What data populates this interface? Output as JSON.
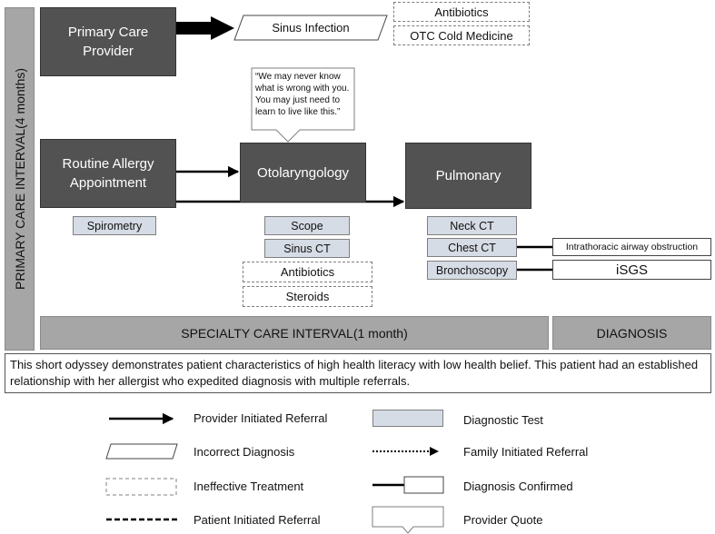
{
  "intervals": {
    "primary_care": "PRIMARY CARE INTERVAL(4 months)",
    "specialty_care": "SPECIALTY CARE INTERVAL(1 month)",
    "diagnosis": "DIAGNOSIS"
  },
  "providers": {
    "primary_care_provider": "Primary Care Provider",
    "routine_allergy": "Routine Allergy Appointment",
    "otolaryngology": "Otolaryngology",
    "pulmonary": "Pulmonary"
  },
  "incorrect_diagnosis": "Sinus Infection",
  "ineffective_treatments": {
    "antibiotics_top": "Antibiotics",
    "otc_cold": "OTC Cold Medicine",
    "antibiotics_ent": "Antibiotics",
    "steroids": "Steroids"
  },
  "quote": "“We may never know what is wrong with you. You may just need to learn to live like this.”",
  "diagnostic_tests": {
    "spirometry": "Spirometry",
    "scope": "Scope",
    "sinus_ct": "Sinus CT",
    "neck_ct": "Neck CT",
    "chest_ct": "Chest CT",
    "bronchoscopy": "Bronchoscopy"
  },
  "diagnoses": {
    "intrathoracic": "Intrathoracic airway obstruction",
    "isgs": "iSGS"
  },
  "description": "This short odyssey demonstrates patient characteristics of high health literacy with low health belief. This patient had an established relationship with her allergist who expedited diagnosis with multiple referrals.",
  "legend": {
    "provider_referral": "Provider Initiated Referral",
    "incorrect_diagnosis": "Incorrect Diagnosis",
    "ineffective_treatment": "Ineffective Treatment",
    "patient_referral": "Patient Initiated Referral",
    "diagnostic_test": "Diagnostic Test",
    "family_referral": "Family Initiated Referral",
    "diagnosis_confirmed": "Diagnosis Confirmed",
    "provider_quote": "Provider Quote"
  },
  "colors": {
    "provider_box": "#525252",
    "interval_bar": "#a6a6a6",
    "diagnostic_test": "#d6dce5"
  }
}
